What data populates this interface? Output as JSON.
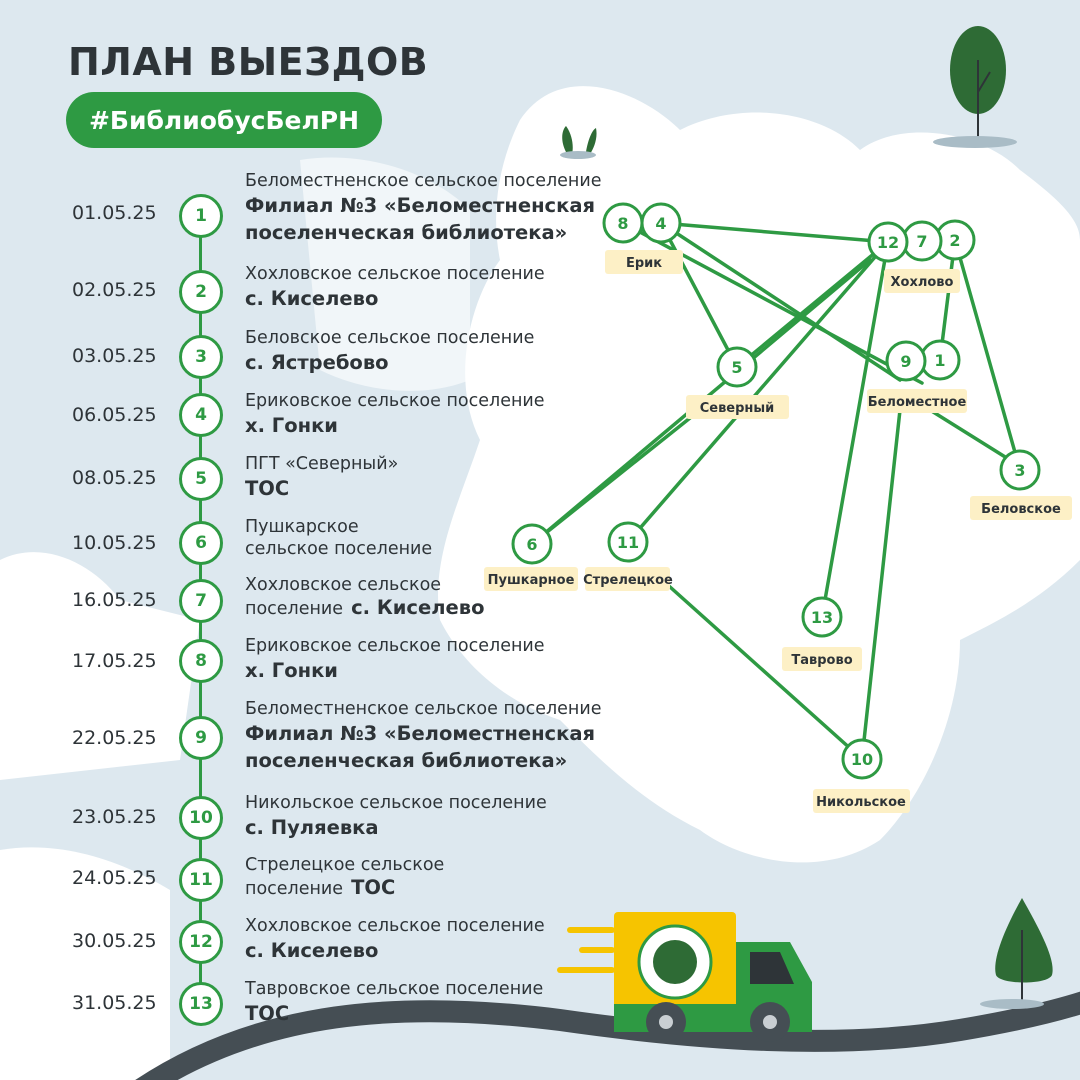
{
  "header": {
    "title": "ПЛАН ВЫЕЗДОВ",
    "hashtag": "#БиблиобусБелРН"
  },
  "schedule": [
    {
      "date": "01.05.25",
      "num": "1",
      "sub": "Беломестненское сельское поселение",
      "main": "Филиал №3 «Беломестненская поселенческая библиотека»"
    },
    {
      "date": "02.05.25",
      "num": "2",
      "sub": "Хохловское сельское поселение",
      "main": "с. Киселево"
    },
    {
      "date": "03.05.25",
      "num": "3",
      "sub": "Беловское сельское поселение",
      "main": "с. Ястребово"
    },
    {
      "date": "06.05.25",
      "num": "4",
      "sub": "Ериковское сельское поселение",
      "main": "х. Гонки"
    },
    {
      "date": "08.05.25",
      "num": "5",
      "sub": "ПГТ «Северный»",
      "main": "ТОС"
    },
    {
      "date": "10.05.25",
      "num": "6",
      "sub": "Пушкарское сельское поселение",
      "main": ""
    },
    {
      "date": "16.05.25",
      "num": "7",
      "sub": "Хохловское сельское поселение",
      "main": "с. Киселево"
    },
    {
      "date": "17.05.25",
      "num": "8",
      "sub": "Ериковское сельское поселение",
      "main": "х. Гонки"
    },
    {
      "date": "22.05.25",
      "num": "9",
      "sub": "Беломестненское сельское поселение",
      "main": "Филиал №3 «Беломестненская поселенческая библиотека»"
    },
    {
      "date": "23.05.25",
      "num": "10",
      "sub": "Никольское сельское поселение",
      "main": "с. Пуляевка"
    },
    {
      "date": "24.05.25",
      "num": "11",
      "sub": "Стрелецкое сельское поселение",
      "main": "ТОС"
    },
    {
      "date": "30.05.25",
      "num": "12",
      "sub": "Хохловское сельское поселение",
      "main": "с. Киселево"
    },
    {
      "date": "31.05.25",
      "num": "13",
      "sub": "Тавровское сельское поселение",
      "main": "ТОС"
    }
  ],
  "map": {
    "towns": {
      "erik": "Ерик",
      "hokholovo": "Хохлово",
      "severny": "Северный",
      "belomestnoe": "Беломестное",
      "belovskoe": "Беловское",
      "pushkarnoe": "Пушкарное",
      "streletskoe": "Стрелецкое",
      "tavrovo": "Таврово",
      "nikolskoe": "Никольское"
    },
    "nodes": [
      "1",
      "2",
      "3",
      "4",
      "5",
      "6",
      "7",
      "8",
      "9",
      "10",
      "11",
      "12",
      "13"
    ]
  },
  "colors": {
    "accent": "#2e9a43",
    "text": "#2e3438",
    "label_bg": "#fdf0c6",
    "background": "#dde8ef",
    "truck": "#f6c400"
  }
}
